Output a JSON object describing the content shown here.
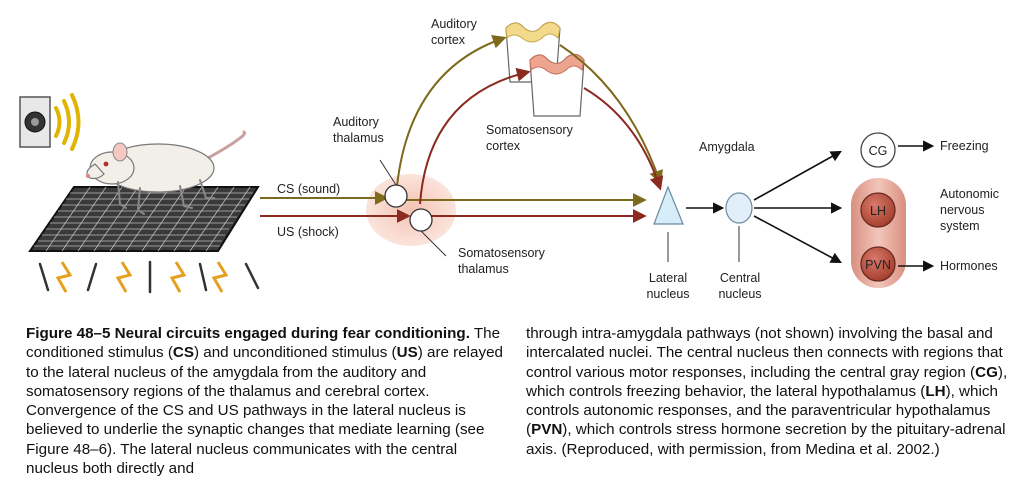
{
  "figure": {
    "labels": {
      "auditory_cortex_l1": "Auditory",
      "auditory_cortex_l2": "cortex",
      "somatosensory_cortex_l1": "Somatosensory",
      "somatosensory_cortex_l2": "cortex",
      "auditory_thalamus_l1": "Auditory",
      "auditory_thalamus_l2": "thalamus",
      "somatosensory_thalamus_l1": "Somatosensory",
      "somatosensory_thalamus_l2": "thalamus",
      "cs_input": "CS (sound)",
      "us_input": "US (shock)",
      "amygdala": "Amygdala",
      "lateral_nucleus_l1": "Lateral",
      "lateral_nucleus_l2": "nucleus",
      "central_nucleus_l1": "Central",
      "central_nucleus_l2": "nucleus",
      "cg_node": "CG",
      "lh_node": "LH",
      "pvn_node": "PVN",
      "freezing": "Freezing",
      "autonomic_l1": "Autonomic",
      "autonomic_l2": "nervous",
      "autonomic_l3": "system",
      "hormones": "Hormones"
    },
    "colors": {
      "cs_pathway": "#7d6a1c",
      "us_pathway": "#8b2a1e",
      "thalamus_glow": "#f6cfc2",
      "node_fill_red": "#c0564a",
      "node_bg": "#e6a89a",
      "lateral_fill": "#d6ecf8",
      "central_fill": "#e2eefa"
    }
  },
  "caption": {
    "figure_label": "Figure 48–5",
    "title": "Neural circuits engaged during fear conditioning.",
    "col1": [
      {
        "text": "The conditioned stimulus ("
      },
      {
        "text": "CS",
        "bold": true
      },
      {
        "text": ") and unconditioned stimulus ("
      },
      {
        "text": "US",
        "bold": true
      },
      {
        "text": ") are relayed to the lateral nucleus of the amygdala from the auditory and somatosensory regions of the thalamus and cerebral cortex. Convergence of the CS and US pathways in the lateral nucleus is believed to underlie the synaptic changes that mediate learning (see Figure 48–6). The lateral nucleus communicates with the central nucleus both directly and"
      }
    ],
    "col2": [
      {
        "text": "through intra-amygdala pathways (not shown) involving the basal and intercalated nuclei. The central nucleus then connects with regions that control various motor responses, including the central gray region ("
      },
      {
        "text": "CG",
        "bold": true
      },
      {
        "text": "), which controls freezing behavior, the lateral hypothalamus ("
      },
      {
        "text": "LH",
        "bold": true
      },
      {
        "text": "), which controls autonomic responses, and the paraventricular hypothalamus ("
      },
      {
        "text": "PVN",
        "bold": true
      },
      {
        "text": "), which controls stress hormone secretion by the pituitary-adrenal axis. (Reproduced, with permission, from Medina et al. 2002.)"
      }
    ]
  }
}
